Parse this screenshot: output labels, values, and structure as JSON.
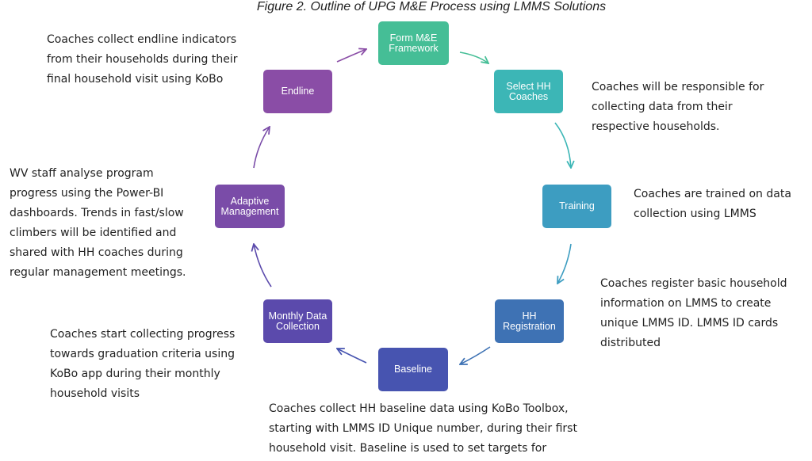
{
  "title": "Figure 2. Outline of UPG M&E Process using LMMS Solutions",
  "steps": {
    "form_me": {
      "label": "Form M&E\nFramework",
      "color": "#45BE96"
    },
    "select_hh": {
      "label": "Select HH\nCoaches",
      "color": "#3CB6B6"
    },
    "training": {
      "label": "Training",
      "color": "#3D9DC1"
    },
    "hh_registration": {
      "label": "HH\nRegistration",
      "color": "#3E72B4"
    },
    "baseline": {
      "label": "Baseline",
      "color": "#4754B0"
    },
    "monthly_data": {
      "label": "Monthly Data\nCollection",
      "color": "#5B4AAC"
    },
    "adaptive": {
      "label": "Adaptive\nManagement",
      "color": "#7A4CA8"
    },
    "endline": {
      "label": "Endline",
      "color": "#8A4DA6"
    }
  },
  "descriptions": {
    "endline": "Coaches collect endline indicators\nfrom their households during their\nfinal household visit using KoBo",
    "select_hh": "Coaches will be responsible for\ncollecting data from their\nrespective households.",
    "adaptive": "WV staff analyse program\nprogress using the Power-BI\ndashboards. Trends in fast/slow\nclimbers will be identified and\nshared with HH coaches during\nregular management meetings.",
    "training": "Coaches are trained on data\ncollection using LMMS",
    "hh_registration": "Coaches register basic household\ninformation on LMMS to create\nunique LMMS ID. LMMS ID cards\ndistributed",
    "monthly_data": "Coaches start collecting progress\ntowards graduation criteria using\nKoBo app during their monthly\nhousehold visits",
    "baseline": "Coaches collect HH baseline data using KoBo Toolbox,\nstarting with LMMS ID Unique number, during their first\nhousehold visit. Baseline is used to set targets for"
  }
}
